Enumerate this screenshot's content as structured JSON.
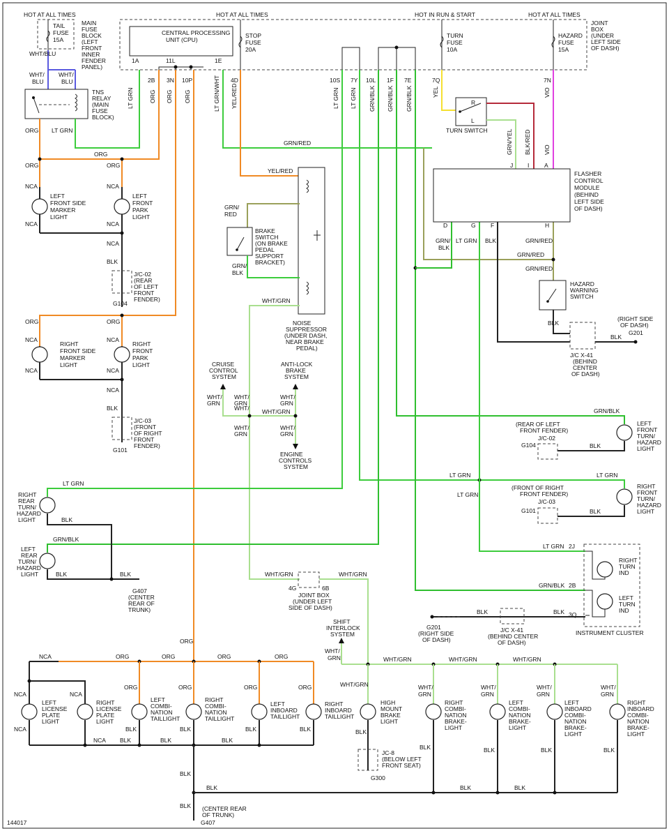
{
  "diagram_id": "144017",
  "top_labels": {
    "hot_all_times_left": "HOT AT ALL TIMES",
    "hot_all_times_mid": "HOT AT ALL TIMES",
    "hot_run_start": "HOT IN RUN & START",
    "hot_all_times_right": "HOT AT ALL TIMES"
  },
  "fuses": {
    "tail": [
      "TAIL",
      "FUSE",
      "15A"
    ],
    "stop": [
      "STOP",
      "FUSE",
      "20A"
    ],
    "turn": [
      "TURN",
      "FUSE",
      "10A"
    ],
    "hazard": [
      "HAZARD",
      "FUSE",
      "15A"
    ]
  },
  "main_fuse_block": [
    "MAIN",
    "FUSE",
    "BLOCK",
    "(LEFT",
    "FRONT",
    "INNER",
    "FENDER",
    "PANEL)"
  ],
  "joint_box_top": [
    "JOINT",
    "BOX",
    "(UNDER",
    "LEFT SIDE",
    "OF DASH)"
  ],
  "cpu": [
    "CENTRAL PROCESSING",
    "UNIT (CPU)"
  ],
  "cpu_pins": [
    "1A",
    "11L",
    "1E"
  ],
  "jbox_pins": [
    "4D",
    "10S",
    "7Y",
    "10L",
    "1F",
    "7E",
    "7Q",
    "7N"
  ],
  "tns_relay": [
    "TNS",
    "RELAY",
    "(MAIN",
    "FUSE",
    "BLOCK)"
  ],
  "column_pins": [
    "2B",
    "3N",
    "10P"
  ],
  "wire_colors": {
    "wht_blu": "WHT/BLU",
    "wht_blu2": [
      "WHT/",
      "BLU"
    ],
    "lt_grn": "LT GRN",
    "org": "ORG",
    "lt_grn_wht": "LT GRN/WHT",
    "yel_red": "YEL/RED",
    "grn_red": "GRN/RED",
    "grn_blk": "GRN/BLK",
    "yel": "YEL",
    "vio": "VIO",
    "blk_red": "BLK/RED",
    "grn_yel": "GRN/YEL",
    "blk": "BLK",
    "nca": "NCA",
    "wht_grn": "WHT/GRN",
    "grn_slash": "GRN/",
    "red": "RED",
    "blk2": "BLK",
    "wht_slash": "WHT/",
    "grn": "GRN",
    "lt_grn2": "LT GRN"
  },
  "turn_switch": {
    "label": "TURN SWITCH",
    "r": "R",
    "l": "L"
  },
  "flasher": {
    "label": [
      "FLASHER",
      "CONTROL",
      "MODULE",
      "(BEHIND",
      "LEFT SIDE",
      "OF DASH)"
    ],
    "top_pins": [
      "J",
      "I",
      "A"
    ],
    "bottom_pins": [
      "D",
      "G",
      "F",
      "H"
    ]
  },
  "hazard_switch": [
    "HAZARD",
    "WARNING",
    "SWITCH"
  ],
  "brake_switch": [
    "BRAKE",
    "SWITCH",
    "(ON BRAKE",
    "PEDAL",
    "SUPPORT",
    "BRACKET)"
  ],
  "noise_suppressor": [
    "NOISE",
    "SUPPRESSOR",
    "(UNDER DASH,",
    "NEAR BRAKE",
    "PEDAL)"
  ],
  "front_lamps": {
    "left_marker": [
      "LEFT",
      "FRONT SIDE",
      "MARKER",
      "LIGHT"
    ],
    "left_park": [
      "LEFT",
      "FRONT",
      "PARK",
      "LIGHT"
    ],
    "right_marker": [
      "RIGHT",
      "FRONT SIDE",
      "MARKER",
      "LIGHT"
    ],
    "right_park": [
      "RIGHT",
      "FRONT",
      "PARK",
      "LIGHT"
    ]
  },
  "jc02": [
    "J/C-02",
    "(REAR",
    "OF LEFT",
    "FRONT",
    "FENDER)"
  ],
  "jc03": [
    "J/C-03",
    "(FRONT",
    "OF RIGHT",
    "FRONT",
    "FENDER)"
  ],
  "grounds": {
    "g104": "G104",
    "g101": "G101",
    "g201": "G201",
    "g407": "G407",
    "g300": "G300"
  },
  "systems": {
    "cruise": [
      "CRUISE",
      "CONTROL",
      "SYSTEM"
    ],
    "abs": [
      "ANTI-LOCK",
      "BRAKE",
      "SYSTEM"
    ],
    "engine": [
      "ENGINE",
      "CONTROLS",
      "SYSTEM"
    ],
    "shift": [
      "SHIFT",
      "INTERLOCK",
      "SYSTEM"
    ]
  },
  "right_g201": [
    "(RIGHT SIDE",
    "OF DASH)"
  ],
  "jcx41": [
    "J/C X-41",
    "(BEHIND",
    "CENTER",
    "OF DASH)"
  ],
  "jcx41_bottom": [
    "J/C X-41",
    "(BEHIND CENTER",
    "OF DASH)"
  ],
  "g201_bottom": [
    "(RIGHT SIDE",
    "OF DASH)"
  ],
  "right_side_lamps": {
    "lf_turn": [
      "LEFT",
      "FRONT",
      "TURN/",
      "HAZARD",
      "LIGHT"
    ],
    "rf_turn": [
      "RIGHT",
      "FRONT",
      "TURN/",
      "HAZARD",
      "LIGHT"
    ],
    "rear_left_front_fender": [
      "(REAR OF LEFT",
      "FRONT FENDER)"
    ],
    "front_right_front_fender": [
      "(FRONT OF RIGHT",
      "FRONT FENDER)"
    ],
    "jc02": "J/C-02",
    "jc03": "J/C-03"
  },
  "rear_turn": {
    "right": [
      "RIGHT",
      "REAR",
      "TURN/",
      "HAZARD",
      "LIGHT"
    ],
    "left": [
      "LEFT",
      "REAR",
      "TURN/",
      "HAZARD",
      "LIGHT"
    ]
  },
  "g407_note": [
    "(CENTER",
    "REAR OF",
    "TRUNK)"
  ],
  "joint_box_mid": [
    "JOINT BOX",
    "(UNDER LEFT",
    "SIDE OF DASH)"
  ],
  "joint_box_mid_pins": [
    "4G",
    "6B"
  ],
  "instrument_cluster": {
    "label": "INSTRUMENT CLUSTER",
    "right_ind": [
      "RIGHT",
      "TURN",
      "IND"
    ],
    "left_ind": [
      "LEFT",
      "TURN",
      "IND"
    ],
    "pins": [
      "2J",
      "2B",
      "3Q"
    ]
  },
  "rear_lamps": [
    [
      "LEFT",
      "LICENSE",
      "PLATE",
      "LIGHT"
    ],
    [
      "RIGHT",
      "LICENSE",
      "PLATE",
      "LIGHT"
    ],
    [
      "LEFT",
      "COMBI-",
      "NATION",
      "TAILLIGHT"
    ],
    [
      "RIGHT",
      "COMBI-",
      "NATION",
      "TAILLIGHT"
    ],
    [
      "LEFT",
      "INBOARD",
      "TAILLIGHT"
    ],
    [
      "RIGHT",
      "INBOARD",
      "TAILLIGHT"
    ],
    [
      "HIGH",
      "MOUNT",
      "BRAKE",
      "LIGHT"
    ],
    [
      "RIGHT",
      "COMBI-",
      "NATION",
      "BRAKE-",
      "LIGHT"
    ],
    [
      "LEFT",
      "COMBI-",
      "NATION",
      "BRAKE-",
      "LIGHT"
    ],
    [
      "LEFT",
      "INBOARD",
      "COMBI-",
      "NATION",
      "BRAKE-",
      "LIGHT"
    ],
    [
      "RIGHT",
      "INBOARD",
      "COMBI-",
      "NATION",
      "BRAKE-",
      "LIGHT"
    ]
  ],
  "jc8": [
    "JC-8",
    "(BELOW LEFT",
    "FRONT SEAT)"
  ],
  "g407_bottom": [
    "(CENTER REAR",
    "OF TRUNK)"
  ]
}
